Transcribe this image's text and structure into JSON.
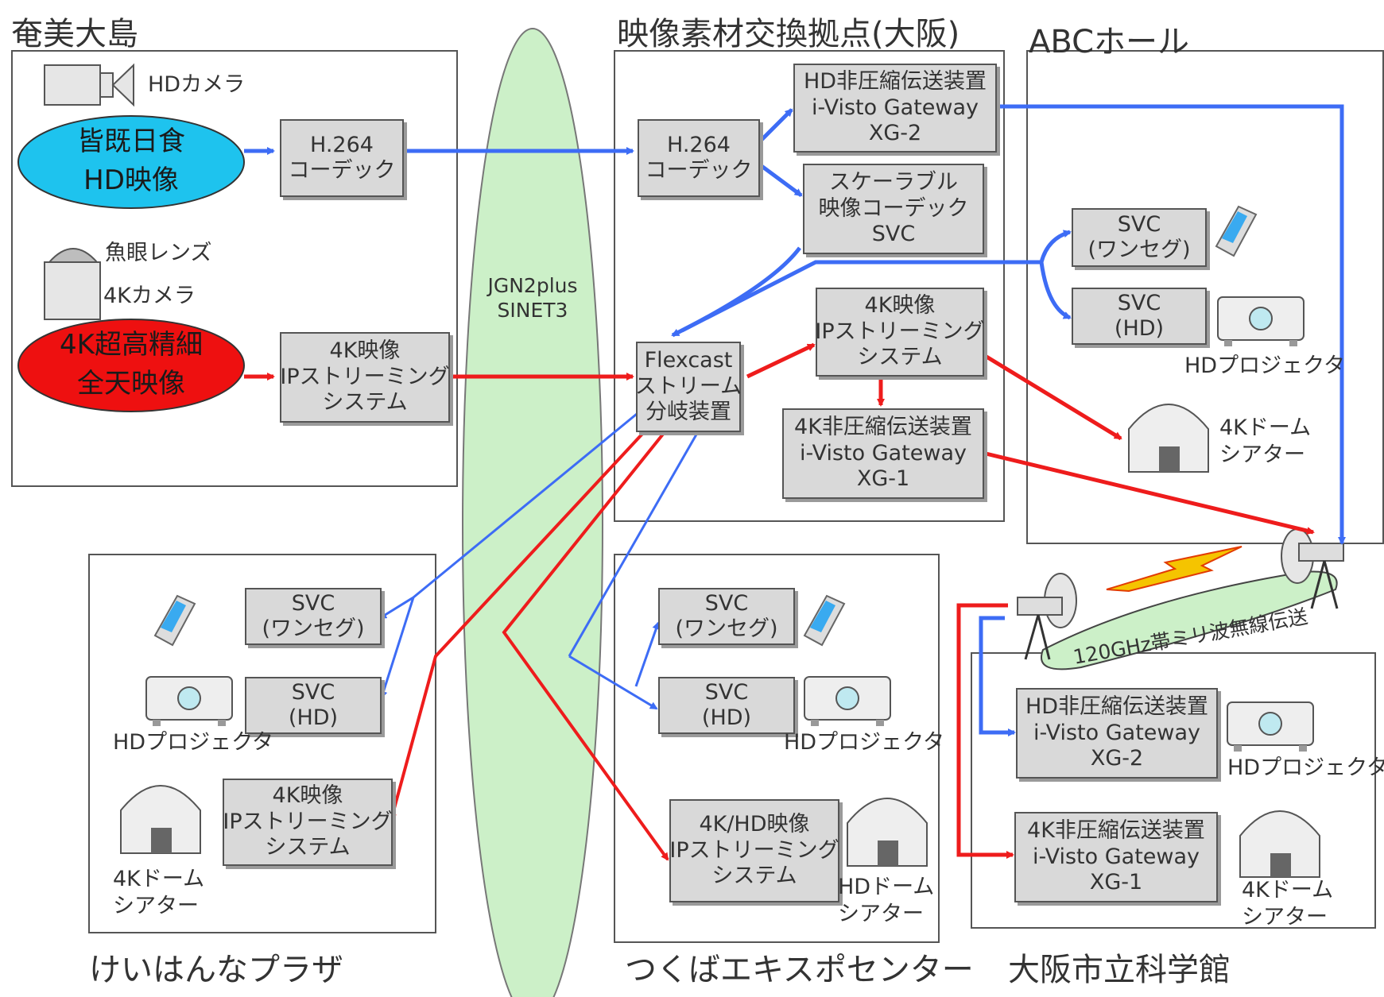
{
  "sites": {
    "amami": "奄美大島",
    "osaka_hub": "映像素材交換拠点(大阪)",
    "abc_hall": "ABCホール",
    "keihanna": "けいはんなプラザ",
    "tsukuba": "つくばエキスポセンター",
    "osaka_science": "大阪市立科学館"
  },
  "network": {
    "line1": "JGN2plus",
    "line2": "SINET3"
  },
  "amami": {
    "hd_camera": "HDカメラ",
    "fisheye": "魚眼レンズ",
    "camera_4k": "4Kカメラ",
    "eclipse_hd": [
      "皆既日食",
      "HD映像"
    ],
    "eclipse_4k": [
      "4K超高精細",
      "全天映像"
    ],
    "h264": [
      "H.264",
      "コーデック"
    ],
    "stream_4k": [
      "4K映像",
      "IPストリーミング",
      "システム"
    ]
  },
  "osaka_hub": {
    "h264": [
      "H.264",
      "コーデック"
    ],
    "hd_gateway": [
      "HD非圧縮伝送装置",
      "i-Visto Gateway",
      "XG-2"
    ],
    "svc_codec": [
      "スケーラブル",
      "映像コーデック",
      "SVC"
    ],
    "stream_4k": [
      "4K映像",
      "IPストリーミング",
      "システム"
    ],
    "flexcast": [
      "Flexcast",
      "ストリーム",
      "分岐装置"
    ],
    "gateway_4k": [
      "4K非圧縮伝送装置",
      "i-Visto Gateway",
      "XG-1"
    ]
  },
  "abc_hall": {
    "svc_oneseg": [
      "SVC",
      "(ワンセグ)"
    ],
    "svc_hd": [
      "SVC",
      "(HD)"
    ],
    "hd_projector": "HDプロジェクタ",
    "dome_4k": [
      "4Kドーム",
      "シアター"
    ]
  },
  "keihanna": {
    "svc_oneseg": [
      "SVC",
      "(ワンセグ)"
    ],
    "svc_hd": [
      "SVC",
      "(HD)"
    ],
    "hd_projector": "HDプロジェクタ",
    "stream_4k": [
      "4K映像",
      "IPストリーミング",
      "システム"
    ],
    "dome_4k": [
      "4Kドーム",
      "シアター"
    ]
  },
  "tsukuba": {
    "svc_oneseg": [
      "SVC",
      "(ワンセグ)"
    ],
    "svc_hd": [
      "SVC",
      "(HD)"
    ],
    "hd_projector": "HDプロジェクタ",
    "stream_4khd": [
      "4K/HD映像",
      "IPストリーミング",
      "システム"
    ],
    "dome_hd": [
      "HDドーム",
      "シアター"
    ]
  },
  "osaka_science": {
    "wireless": "120GHz帯ミリ波無線伝送",
    "hd_gateway": [
      "HD非圧縮伝送装置",
      "i-Visto Gateway",
      "XG-2"
    ],
    "hd_projector": "HDプロジェクタ",
    "gateway_4k": [
      "4K非圧縮伝送装置",
      "i-Visto Gateway",
      "XG-1"
    ],
    "dome_4k": [
      "4Kドーム",
      "シアター"
    ]
  },
  "colors": {
    "hd_flow": "#3d6cf5",
    "uhd_flow": "#ee1c1c",
    "hd_source": "#1ec3ee",
    "uhd_source": "#ee1010",
    "network": "#ccf0c8",
    "box_fill": "#d9d9d9"
  },
  "icons": {
    "hd_camera": "video-camera-icon",
    "camera_4k": "fisheye-camera-icon",
    "phone": "mobile-phone-icon",
    "projector": "projector-icon",
    "dome": "dome-theater-icon",
    "antenna": "mmwave-antenna-icon",
    "lightning": "lightning-icon"
  }
}
